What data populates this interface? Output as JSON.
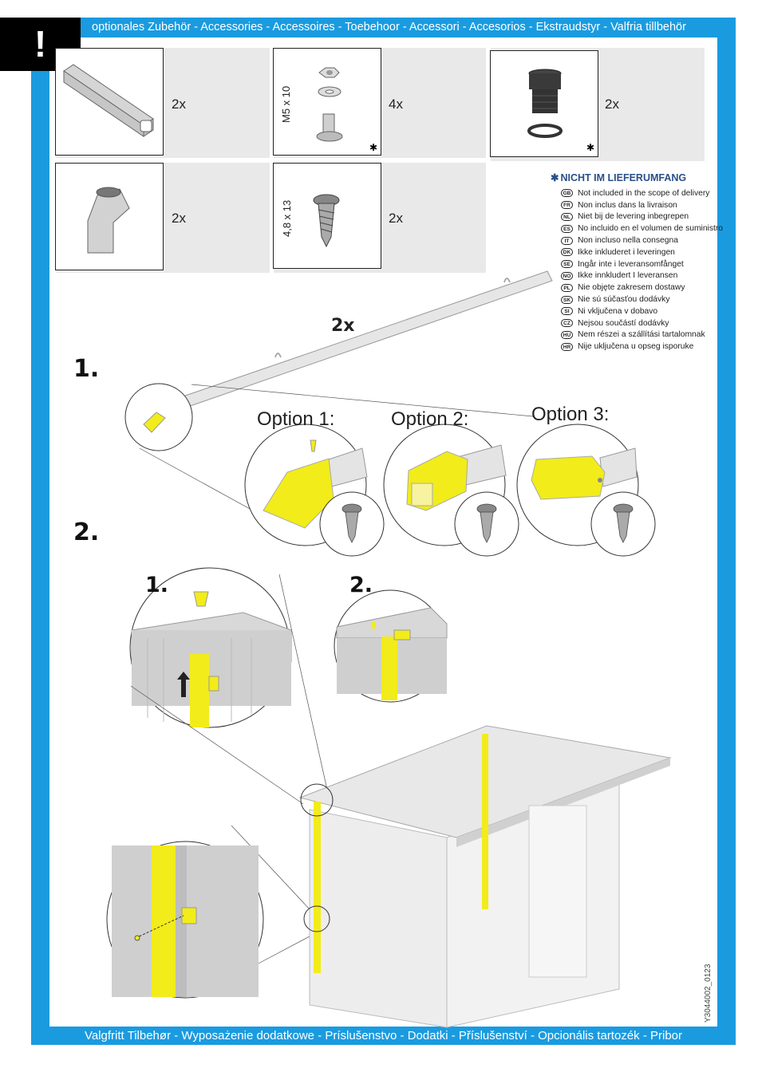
{
  "header": {
    "warning_symbol": "!",
    "accessories_banner": "optionales Zubehör - Accessories - Accessoires - Toebehoor - Accessori - Accesorios  - Ekstraudstyr - Valfria tillbehör"
  },
  "footer": {
    "accessories_banner": "Valgfritt Tilbehør - Wyposażenie dodatkowe - Príslušenstvo - Dodatki - Příslušenství - Opcionális tartozék - Pribor"
  },
  "parts": {
    "downpipe_qty": "2x",
    "bolt_label": "M5 x 10",
    "bolt_qty": "4x",
    "outlet_qty": "2x",
    "elbow_qty": "2x",
    "screw_label": "4,8 x 13",
    "screw_qty": "2x",
    "not_included_mark": "✱"
  },
  "legend": {
    "title": "NICHT IM LIEFERUMFANG",
    "items": [
      {
        "code": "GB",
        "text": "Not included in the scope of delivery"
      },
      {
        "code": "FR",
        "text": "Non inclus dans la livraison"
      },
      {
        "code": "NL",
        "text": "Niet bij de levering inbegrepen"
      },
      {
        "code": "ES",
        "text": "No incluido en el volumen de suministro"
      },
      {
        "code": "IT",
        "text": "Non incluso nella consegna"
      },
      {
        "code": "DK",
        "text": "Ikke inkluderet i leveringen"
      },
      {
        "code": "SE",
        "text": "Ingår inte i leveransomfånget"
      },
      {
        "code": "NO",
        "text": "Ikke innkludert I leveransen"
      },
      {
        "code": "PL",
        "text": "Nie objęte zakresem dostawy"
      },
      {
        "code": "SK",
        "text": "Nie sú súčasťou dodávky"
      },
      {
        "code": "SI",
        "text": "Ni vključena v dobavo"
      },
      {
        "code": "CZ",
        "text": "Nejsou součástí dodávky"
      },
      {
        "code": "HU",
        "text": "Nem részei a szállítási tartalomnak"
      },
      {
        "code": "HR",
        "text": "Nije uključena u opseg isporuke"
      }
    ]
  },
  "step1": {
    "number": "1.",
    "gutter_qty": "2x",
    "options": [
      "Option 1:",
      "Option 2:",
      "Option 3:"
    ]
  },
  "step2": {
    "number": "2.",
    "sub_steps": [
      "1.",
      "2."
    ]
  },
  "document_id": "Y3044002_0123",
  "colors": {
    "frame_blue": "#1a9be0",
    "highlight_yellow": "#f2ec1a",
    "part_grey": "#e9e9e9",
    "legend_blue": "#2a4f87"
  }
}
